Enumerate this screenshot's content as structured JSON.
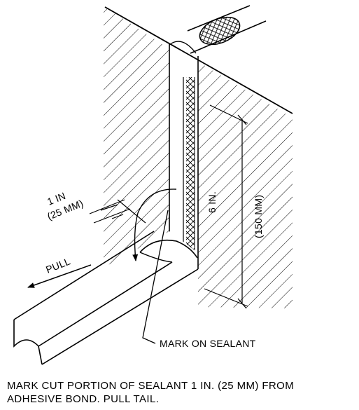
{
  "labels": {
    "width_in": "1 IN",
    "width_mm": "(25 MM)",
    "pull": "PULL",
    "length_in": "6 IN.",
    "length_mm": "(150 MM)",
    "mark": "MARK ON SEALANT"
  },
  "caption": {
    "line1": "MARK CUT PORTION OF SEALANT 1 IN. (25 MM) FROM",
    "line2": "ADHESIVE BOND. PULL TAIL."
  },
  "colors": {
    "ink": "#000000",
    "paper": "#ffffff"
  }
}
